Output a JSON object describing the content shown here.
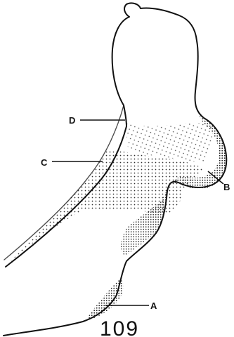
{
  "figure": {
    "number": "109",
    "labels": {
      "a": "A",
      "b": "B",
      "c": "C",
      "d": "D"
    }
  },
  "colors": {
    "ink": "#111111",
    "background": "#ffffff"
  }
}
